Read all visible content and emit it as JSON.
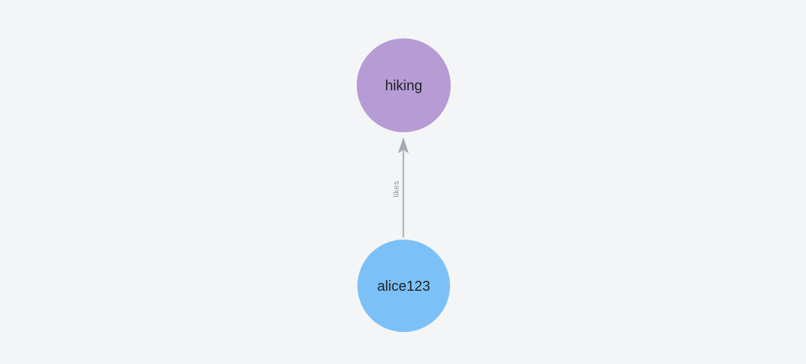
{
  "canvas": {
    "background": "#f4f5f6"
  },
  "graph": {
    "nodes": [
      {
        "id": "hiking",
        "label": "hiking",
        "fill": "#b69bd5",
        "label_color": "#1e2227"
      },
      {
        "id": "alice123",
        "label": "alice123",
        "fill": "#7cc0f8",
        "label_color": "#1e2227"
      }
    ],
    "edges": [
      {
        "from": "alice123",
        "to": "hiking",
        "label": "likes",
        "color": "#a6aab3",
        "label_color": "#90959e"
      }
    ]
  }
}
